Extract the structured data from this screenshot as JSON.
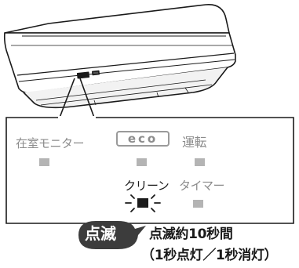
{
  "indicators": {
    "presence_monitor": "在室モニター",
    "eco": "eco",
    "operation": "運転",
    "clean": "クリーン",
    "timer": "タイマー"
  },
  "callout": {
    "badge": "点滅",
    "line1": "点滅約10秒間",
    "line2": "（1秒点灯／1秒消灯）"
  },
  "colors": {
    "lamp_off": "#b4b4b4",
    "lamp_blinking": "#1a1a1a",
    "badge_fill": "#3c3c3c",
    "label_inactive": "#8c8c8c"
  }
}
